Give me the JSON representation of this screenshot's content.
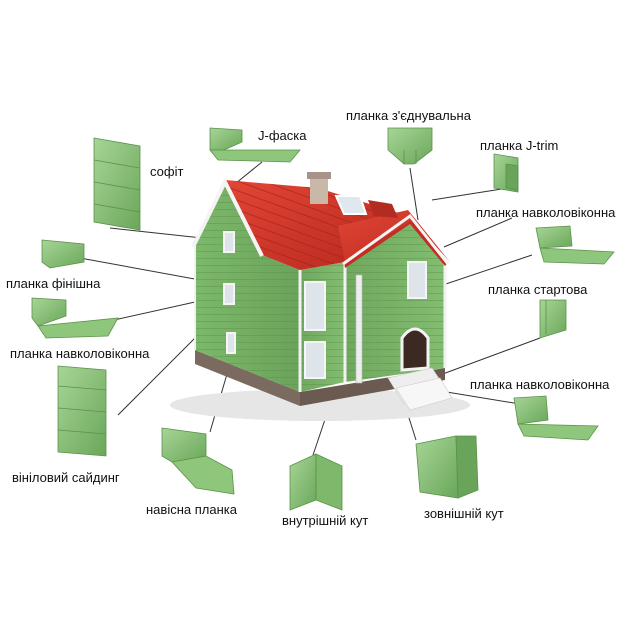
{
  "colors": {
    "siding": "#7fb46c",
    "siding_dark": "#5f9650",
    "siding_light": "#a6d394",
    "roof": "#d9372b",
    "roof_dark": "#a8231b",
    "trim": "#f2f2f2",
    "base": "#7b6a5f",
    "leader": "#333333"
  },
  "labels": {
    "sofit": "софіт",
    "j_faska": "J-фаска",
    "planka_zednuvalna": "планка з'єднувальна",
    "planka_jtrim": "планка  J-trim",
    "planka_navkolovikonna_top": "планка навколовіконна",
    "planka_finishna": "планка фінішна",
    "planka_startova": "планка стартова",
    "planka_navkolovikonna_left": "планка навколовіконна",
    "planka_navkolovikonna_right": "планка навколовіконна",
    "vinilovyi_saiding": "вініловий сайдинг",
    "navisna_planka": "навісна планка",
    "vnutrishnii_kut": "внутрішній кут",
    "zovnishnii_kut": "зовнішній кут"
  }
}
